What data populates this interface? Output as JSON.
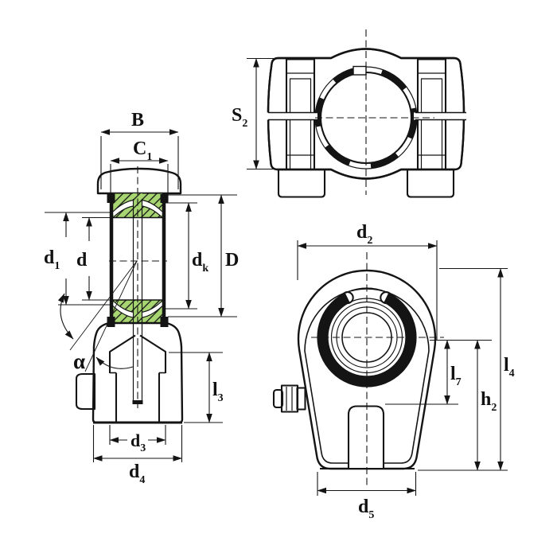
{
  "drawing": {
    "background": "#ffffff",
    "section_fill": "#a6d572",
    "line_color": "#141414",
    "views": {
      "side_section": {
        "labels": {
          "B": {
            "main": "B",
            "sub": ""
          },
          "C1": {
            "main": "C",
            "sub": "1"
          },
          "d1": {
            "main": "d",
            "sub": "1"
          },
          "d": {
            "main": "d",
            "sub": ""
          },
          "dk": {
            "main": "d",
            "sub": "k"
          },
          "D": {
            "main": "D",
            "sub": ""
          },
          "alpha": {
            "main": "α",
            "sub": ""
          },
          "l3": {
            "main": "l",
            "sub": "3"
          },
          "d3": {
            "main": "d",
            "sub": "3"
          },
          "d4": {
            "main": "d",
            "sub": "4"
          }
        }
      },
      "housing_section": {
        "labels": {
          "S2": {
            "main": "S",
            "sub": "2"
          }
        }
      },
      "front_view": {
        "labels": {
          "d2": {
            "main": "d",
            "sub": "2"
          },
          "l7": {
            "main": "l",
            "sub": "7"
          },
          "l4": {
            "main": "l",
            "sub": "4"
          },
          "h2": {
            "main": "h",
            "sub": "2"
          },
          "d5": {
            "main": "d",
            "sub": "5"
          }
        }
      }
    }
  }
}
